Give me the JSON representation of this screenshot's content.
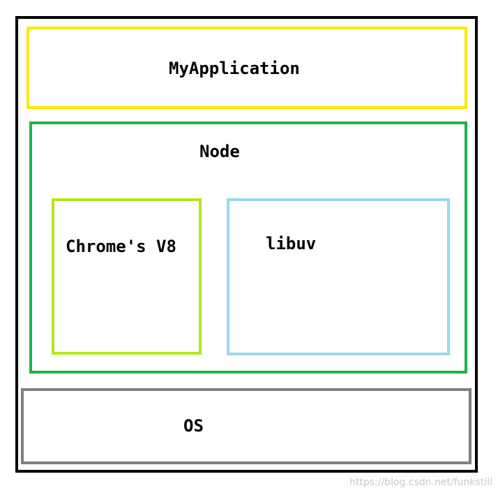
{
  "diagram": {
    "nodes": {
      "application": {
        "label": "MyApplication",
        "color": "#fbe800"
      },
      "node": {
        "label": "Node",
        "color": "#22b04c"
      },
      "v8": {
        "label": "Chrome's V8",
        "color": "#b5e61d"
      },
      "libuv": {
        "label": "libuv",
        "color": "#99d9ea"
      },
      "os": {
        "label": "OS",
        "color": "#7f7f7f"
      }
    },
    "outer_frame_color": "#000000"
  },
  "watermark": "https://blog.csdn.net/funkstill"
}
